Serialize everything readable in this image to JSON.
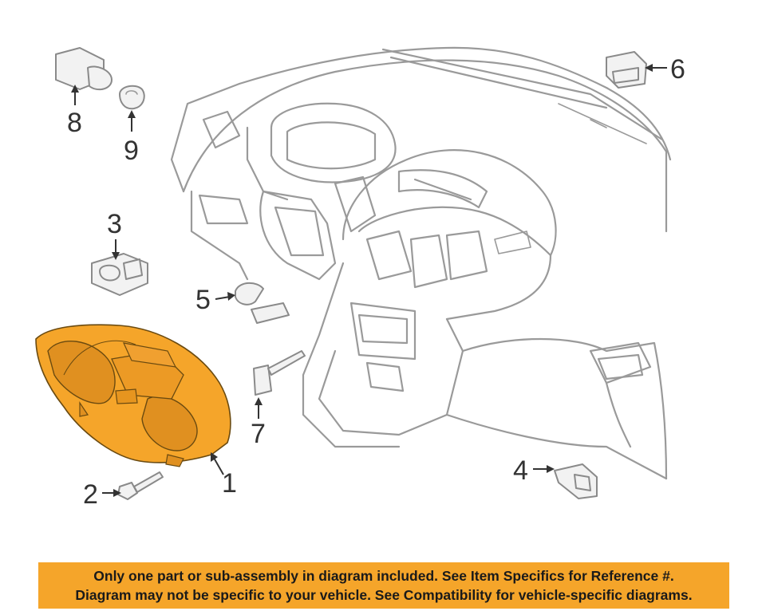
{
  "callouts": {
    "c1": "1",
    "c2": "2",
    "c3": "3",
    "c4": "4",
    "c5": "5",
    "c6": "6",
    "c7": "7",
    "c8": "8",
    "c9": "9"
  },
  "colors": {
    "highlight": "#f5a52a",
    "line_art": "#9a9a9a",
    "banner_bg": "#f5a52a"
  },
  "banner": {
    "line1": "Only one part or sub-assembly in diagram included. See Item Specifics for Reference #.",
    "line2": "Diagram may not be specific to your vehicle. See Compatibility for vehicle-specific diagrams."
  }
}
